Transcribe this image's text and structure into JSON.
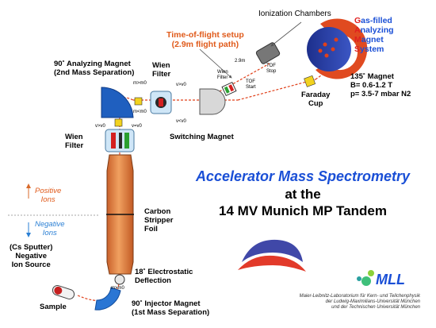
{
  "title": {
    "line1": "Accelerator Mass Spectrometry",
    "line2": "at the",
    "line3": "14 MV Munich MP Tandem"
  },
  "labels": {
    "ionization_chambers": "Ionization Chambers",
    "gas_filled": [
      "G",
      "as-filled"
    ],
    "analyzing": [
      "A",
      "nalyzing"
    ],
    "magnet": [
      "M",
      "agnet"
    ],
    "system": [
      "S",
      "ystem"
    ],
    "tof_setup_1": "Time-of-flight setup",
    "tof_setup_2": "(2.9m flight path)",
    "analyzing_90_1": "90˚ Analyzing Magnet",
    "analyzing_90_2": "(2nd Mass Separation)",
    "wien_filter_top": "Wien\nFilter",
    "wien_filter_left": "Wien\nFilter",
    "switching_magnet": "Switching Magnet",
    "faraday_cup": "Faraday\nCup",
    "magnet_135_1": "135˚ Magnet",
    "magnet_135_2": "B= 0.6-1.2 T",
    "magnet_135_3": "p= 3.5-7 mbar N2",
    "positive_ions": "Positive\nIons",
    "negative_ions": "Negative\nIons",
    "carbon_stripper": "Carbon\nStripper\nFoil",
    "ion_source": "(Cs Sputter)\nNegative\nIon Source",
    "electrostatic": "18˚ Electrostatic\nDeflection",
    "sample": "Sample",
    "injector_1": "90˚ Injector Magnet",
    "injector_2": "(1st Mass Separation)",
    "tof_small_wien": "Wien\nFilter",
    "tof_start": "TOF\nStart",
    "tof_stop": "TOF\nStop",
    "dist_29m": "2.9m",
    "m_gt_m0": "m>m0",
    "m_lt_m0": "m<m0",
    "v_gt_v0": "v>v0",
    "v_eq_v0": "v=v0",
    "v_lt_v0": "v<v0"
  },
  "logo": {
    "mll_text": "MLL",
    "inst_line1": "Maier-Leibnitz-Laboratorium für Kern- und Teilchenphysik",
    "inst_line2": "der Ludwig-Maximilians-Universität München",
    "inst_line3": "und der Technischen Universität München"
  },
  "colors": {
    "title_blue": "#1a4fd6",
    "beam_red": "#e0401a",
    "magnet_blue": "#1f5fbf",
    "tank_orange": "#e8803c",
    "red_label": "#e02020",
    "ion_blue": "#2a7fd4"
  }
}
